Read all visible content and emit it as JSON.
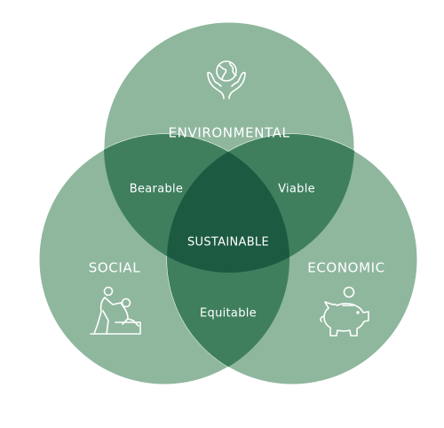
{
  "colors": {
    "background": "#ffffff",
    "circle": "#8fb79e",
    "pair_overlap": "#3f7f5e",
    "center": "#1d5a42",
    "line": "#ffffff"
  },
  "sets": {
    "environmental": {
      "label": "ENVIRONMENTAL",
      "icon": "earth-in-hands-icon"
    },
    "social": {
      "label": "SOCIAL",
      "icon": "people-helping-climb-icon"
    },
    "economic": {
      "label": "ECONOMIC",
      "icon": "piggy-bank-coin-icon"
    }
  },
  "intersections": {
    "env_social": "Bearable",
    "env_economic": "Viable",
    "social_economic": "Equitable",
    "all": "SUSTAINABLE"
  }
}
